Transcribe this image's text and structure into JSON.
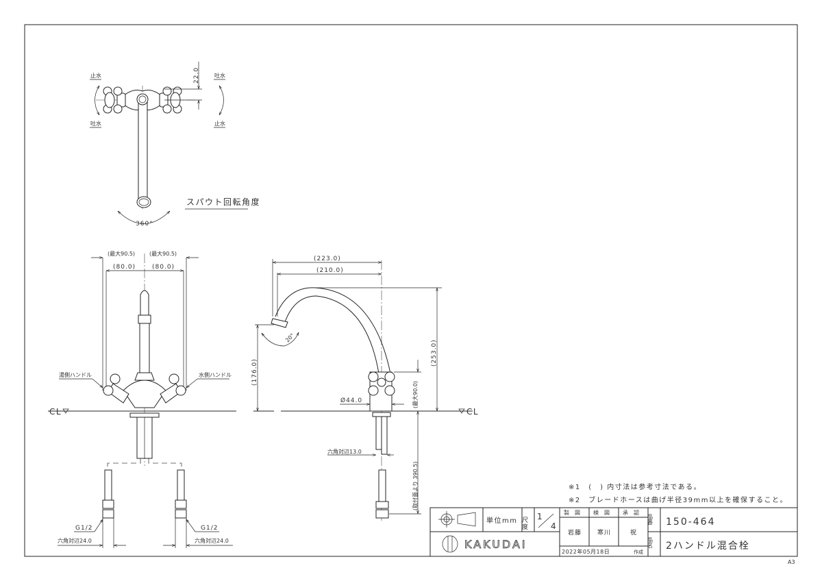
{
  "top_view": {
    "label_stop_left": "止水",
    "label_flow_left": "吐水",
    "label_flow_right": "吐水",
    "label_stop_right": "止水",
    "dim_22": "22.0",
    "spout_rotation_label": "スパウト回転角度",
    "rotation_angle": "360°"
  },
  "front_view": {
    "dim_max_left": "(最大90.5)",
    "dim_max_right": "(最大90.5)",
    "dim_80_left": "(80.0)",
    "dim_80_right": "(80.0)",
    "hot_handle": "湯側ハンドル",
    "cold_handle": "水側ハンドル",
    "cl_label": "CL",
    "thread_left": "G1/2",
    "thread_right": "G1/2",
    "hex_left": "六角対辺24.0",
    "hex_right": "六角対辺24.0"
  },
  "side_view": {
    "dim_223": "(223.0)",
    "dim_210": "(210.0)",
    "dim_253": "(253.0)",
    "dim_176": "(176.0)",
    "angle_20": "20°",
    "dim_diameter": "Ø44.0",
    "dim_max_90": "(最大90.0)",
    "hex_13": "六角対辺13.0",
    "dim_390": "(取付面より 390.5)",
    "cl_label": "CL"
  },
  "notes": [
    "※1　(　) 内寸法は参考寸法である。",
    "※2　ブレードホースは曲げ半径39mm以上を確保すること。"
  ],
  "title_block": {
    "unit": "単位mm",
    "scale_label": "尺度",
    "scale_num": "1",
    "scale_den": "4",
    "drawn_header": "製　図",
    "checked_header": "検　図",
    "approved_header": "承　認",
    "drawn_by": "岩藤",
    "checked_by": "寒川",
    "approved_by": "祝",
    "date": "2022年05月18日",
    "created": "作成",
    "part_no_label": "品番",
    "part_no": "150-464",
    "part_name_label": "品名",
    "part_name": "2ハンドル混合栓",
    "brand": "KAKUDAI",
    "sheet_size": "A3"
  }
}
